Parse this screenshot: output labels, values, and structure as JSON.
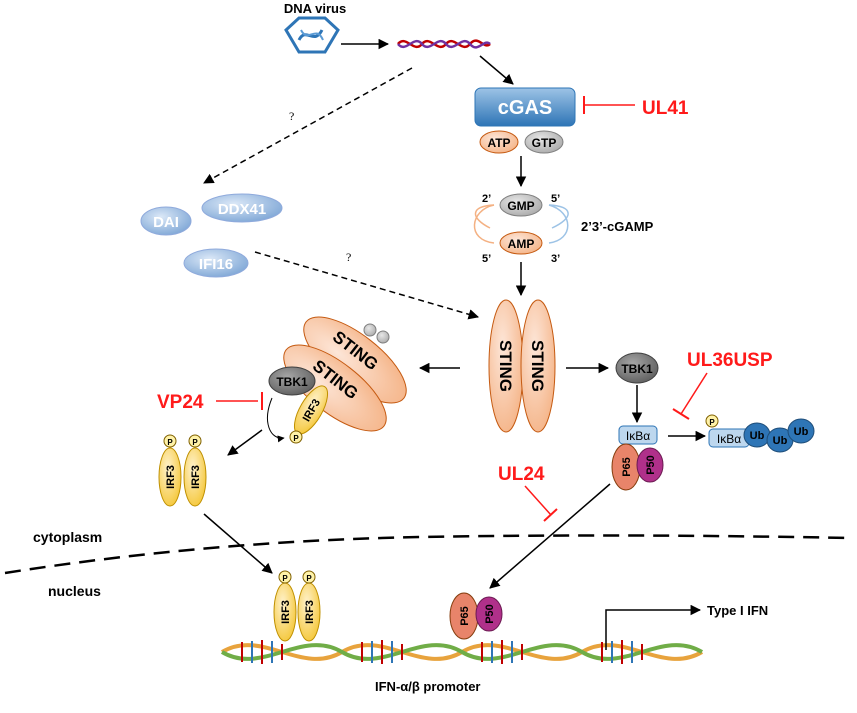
{
  "labels": {
    "dna_virus": "DNA virus",
    "cgas": "cGAS",
    "atp": "ATP",
    "gtp": "GTP",
    "gmp": "GMP",
    "amp": "AMP",
    "prime_2_top": "2’",
    "prime_5_top": "5’",
    "prime_5_bottom": "5’",
    "prime_3_bottom": "3’",
    "cgamp": "2’3’-cGAMP",
    "dai": "DAI",
    "ddx41": "DDX41",
    "ifi16": "IFI16",
    "question_1": "?",
    "question_2": "?",
    "sting": "STING",
    "tbk1": "TBK1",
    "irf3": "IRF3",
    "p": "P",
    "ikba": "IκBα",
    "ub": "Ub",
    "p65": "P65",
    "p50": "P50",
    "cytoplasm": "cytoplasm",
    "nucleus": "nucleus",
    "type_i_ifn": "Type I IFN",
    "promoter": "IFN-α/β promoter"
  },
  "inhibitors": {
    "ul41": "UL41",
    "vp24": "VP24",
    "ul36usp": "UL36USP",
    "ul24": "UL24"
  },
  "colors": {
    "inhibitor": "#ff1a1a",
    "cgas_blue": "#5b9bd5",
    "sting_orange": "#f8cbad",
    "irf3_yellow": "#ffd966",
    "tbk1_gray": "#808080",
    "p65_salmon": "#e8846a",
    "p50_magenta": "#b0308a"
  }
}
